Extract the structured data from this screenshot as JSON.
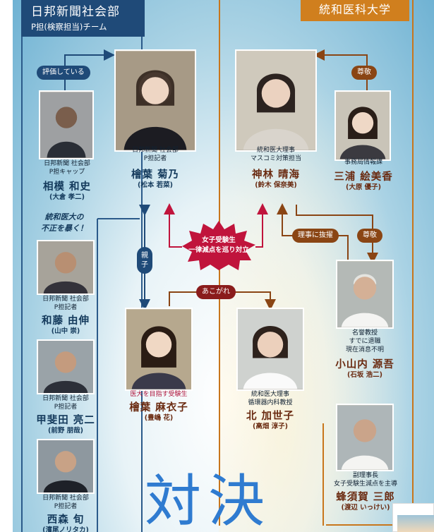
{
  "headers": {
    "left_title": "日邦新聞社会部",
    "left_subtitle": "P担(検察担当)チーム",
    "right_title": "統和医科大学"
  },
  "relations": {
    "hyouka": "評価している",
    "sonkei1": "尊敬",
    "oya": "親子",
    "akogare": "あこがれ",
    "bakutetsu": "理事に抜擢",
    "sonkei2": "尊敬",
    "conflict_line1": "女子受験生",
    "conflict_line2": "一律減点を巡り対立"
  },
  "slogan": {
    "line1": "統和医大の",
    "line2": "不正を暴く！"
  },
  "big_title": "対決",
  "people": {
    "sagami": {
      "role1": "日邦新聞 社会部",
      "role2": "P担キャップ",
      "name": "相模 和史",
      "actor": "(大倉 孝二)"
    },
    "kino": {
      "role1": "日邦新聞 社会部",
      "role2": "P担記者",
      "name": "檜葉 菊乃",
      "actor": "(松本 若菜)"
    },
    "kanbayashi": {
      "role1": "統和医大理事",
      "role2": "マスコミ対策担当",
      "name": "神林 晴海",
      "actor": "(鈴木 保奈美)"
    },
    "mitsuura": {
      "role1": "事務局情報課",
      "name": "三浦 絵美香",
      "actor": "(大原 優子)"
    },
    "wato": {
      "role1": "日邦新聞 社会部",
      "role2": "P担記者",
      "name": "和藤 由伸",
      "actor": "(山中 崇)"
    },
    "koshida": {
      "role1": "日邦新聞 社会部",
      "role2": "P担記者",
      "name": "甲斐田 亮二",
      "actor": "(前野 朋哉)"
    },
    "nishimori": {
      "role1": "日邦新聞 社会部",
      "role2": "P担記者",
      "name": "西森 旬",
      "actor": "(濱尾ノリタカ)"
    },
    "koyamauchi": {
      "role1": "名誉教授",
      "role2": "すでに退職",
      "role3": "現在消息不明",
      "name": "小山内 源吾",
      "actor": "(石坂 浩二)"
    },
    "maiko": {
      "role1": "医大を目指す受験生",
      "name": "檜葉 麻衣子",
      "actor": "(豊嶋 花)"
    },
    "kita": {
      "role1": "統和医大理事",
      "role2": "循環器内科教授",
      "name": "北 加世子",
      "actor": "(高畑 淳子)"
    },
    "sugaga": {
      "role1": "副理事長",
      "role2": "女子受験生減点を主導",
      "name": "蜂須賀 三郎",
      "actor": "(渡辺 いっけい)"
    }
  },
  "colors": {
    "navy": "#1f4a78",
    "orange": "#d07f1e",
    "brown": "#8a4514",
    "red": "#c0143c",
    "title_blue": "#2f7bd0"
  }
}
